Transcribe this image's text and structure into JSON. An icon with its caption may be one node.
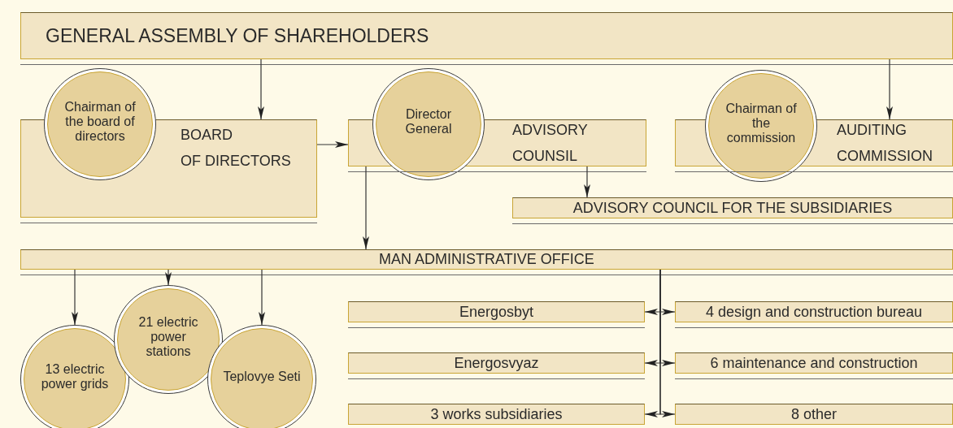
{
  "diagram": {
    "nodes": [
      {
        "text": [
          "GENERAL ASSEMBLY OF SHAREHOLDERS"
        ]
      },
      {
        "text": [
          "BOARD",
          "OF DIRECTORS"
        ]
      },
      {
        "text": [
          "Chairman of the board of directors"
        ]
      },
      {
        "text": [
          "Director General"
        ]
      },
      {
        "text": [
          "ADVISORY COUNSIL"
        ]
      },
      {
        "text": [
          "Chairman of the commission"
        ]
      },
      {
        "text": [
          "AUDITING COMMISSION"
        ]
      },
      {
        "text": [
          "ADVISORY COUNCIL FOR THE SUBSIDIARIES"
        ]
      },
      {
        "text": [
          "MAN ADMINISTRATIVE OFFICE"
        ]
      },
      {
        "text": [
          "13 electric power grids"
        ]
      },
      {
        "text": [
          "21 electric power stations"
        ]
      },
      {
        "text": [
          "Teplovye Seti"
        ]
      },
      {
        "text": [
          "Energosbyt"
        ]
      },
      {
        "text": [
          "4 design and construction bureau"
        ]
      },
      {
        "text": [
          "Energosvyaz"
        ]
      },
      {
        "text": [
          "6 maintenance and construction"
        ]
      },
      {
        "text": [
          "3 works subsidiaries"
        ]
      },
      {
        "text": [
          "8 other"
        ]
      }
    ],
    "edges": [
      {
        "from": 0,
        "to": 1,
        "arrow": "to"
      },
      {
        "from": 0,
        "to": 6,
        "arrow": "to"
      },
      {
        "from": 1,
        "to": 4,
        "arrow": "to"
      },
      {
        "from": 4,
        "to": 7,
        "arrow": "to"
      },
      {
        "from": 4,
        "to": 8,
        "arrow": "to"
      },
      {
        "from": 8,
        "to": 9,
        "arrow": "to"
      },
      {
        "from": 8,
        "to": 10,
        "arrow": "to"
      },
      {
        "from": 8,
        "to": 11,
        "arrow": "to"
      },
      {
        "from": 8,
        "to": 12,
        "arrow": "to"
      },
      {
        "from": 8,
        "to": 13,
        "arrow": "to"
      },
      {
        "from": 8,
        "to": 14,
        "arrow": "to"
      },
      {
        "from": 8,
        "to": 15,
        "arrow": "to"
      },
      {
        "from": 8,
        "to": 16,
        "arrow": "to"
      },
      {
        "from": 8,
        "to": 17,
        "arrow": "to"
      }
    ]
  }
}
